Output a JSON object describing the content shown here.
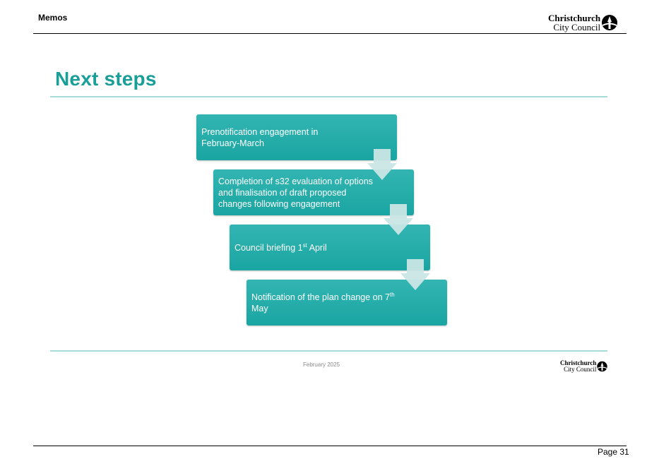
{
  "header": {
    "section": "Memos",
    "logo_line1": "Christchurch",
    "logo_line2": "City Council"
  },
  "slide": {
    "title": "Next steps",
    "steps": [
      {
        "text": "Prenotification engagement in February-March"
      },
      {
        "text": "Completion of s32 evaluation of options and finalisation of draft proposed changes following engagement"
      },
      {
        "pre": "Council briefing 1",
        "sup": "st",
        "post": " April"
      },
      {
        "pre": "Notification of the plan change on 7",
        "sup": "th",
        "post": " May"
      }
    ],
    "footer_date": "February 2025",
    "footer_logo_line1": "Christchurch",
    "footer_logo_line2": "City Council"
  },
  "page": {
    "number": "Page 31"
  },
  "colors": {
    "title": "#1a9e98",
    "step_fill": "#22aaa7",
    "rule": "#a8dcd8",
    "arrow": "#c9e6e5"
  }
}
